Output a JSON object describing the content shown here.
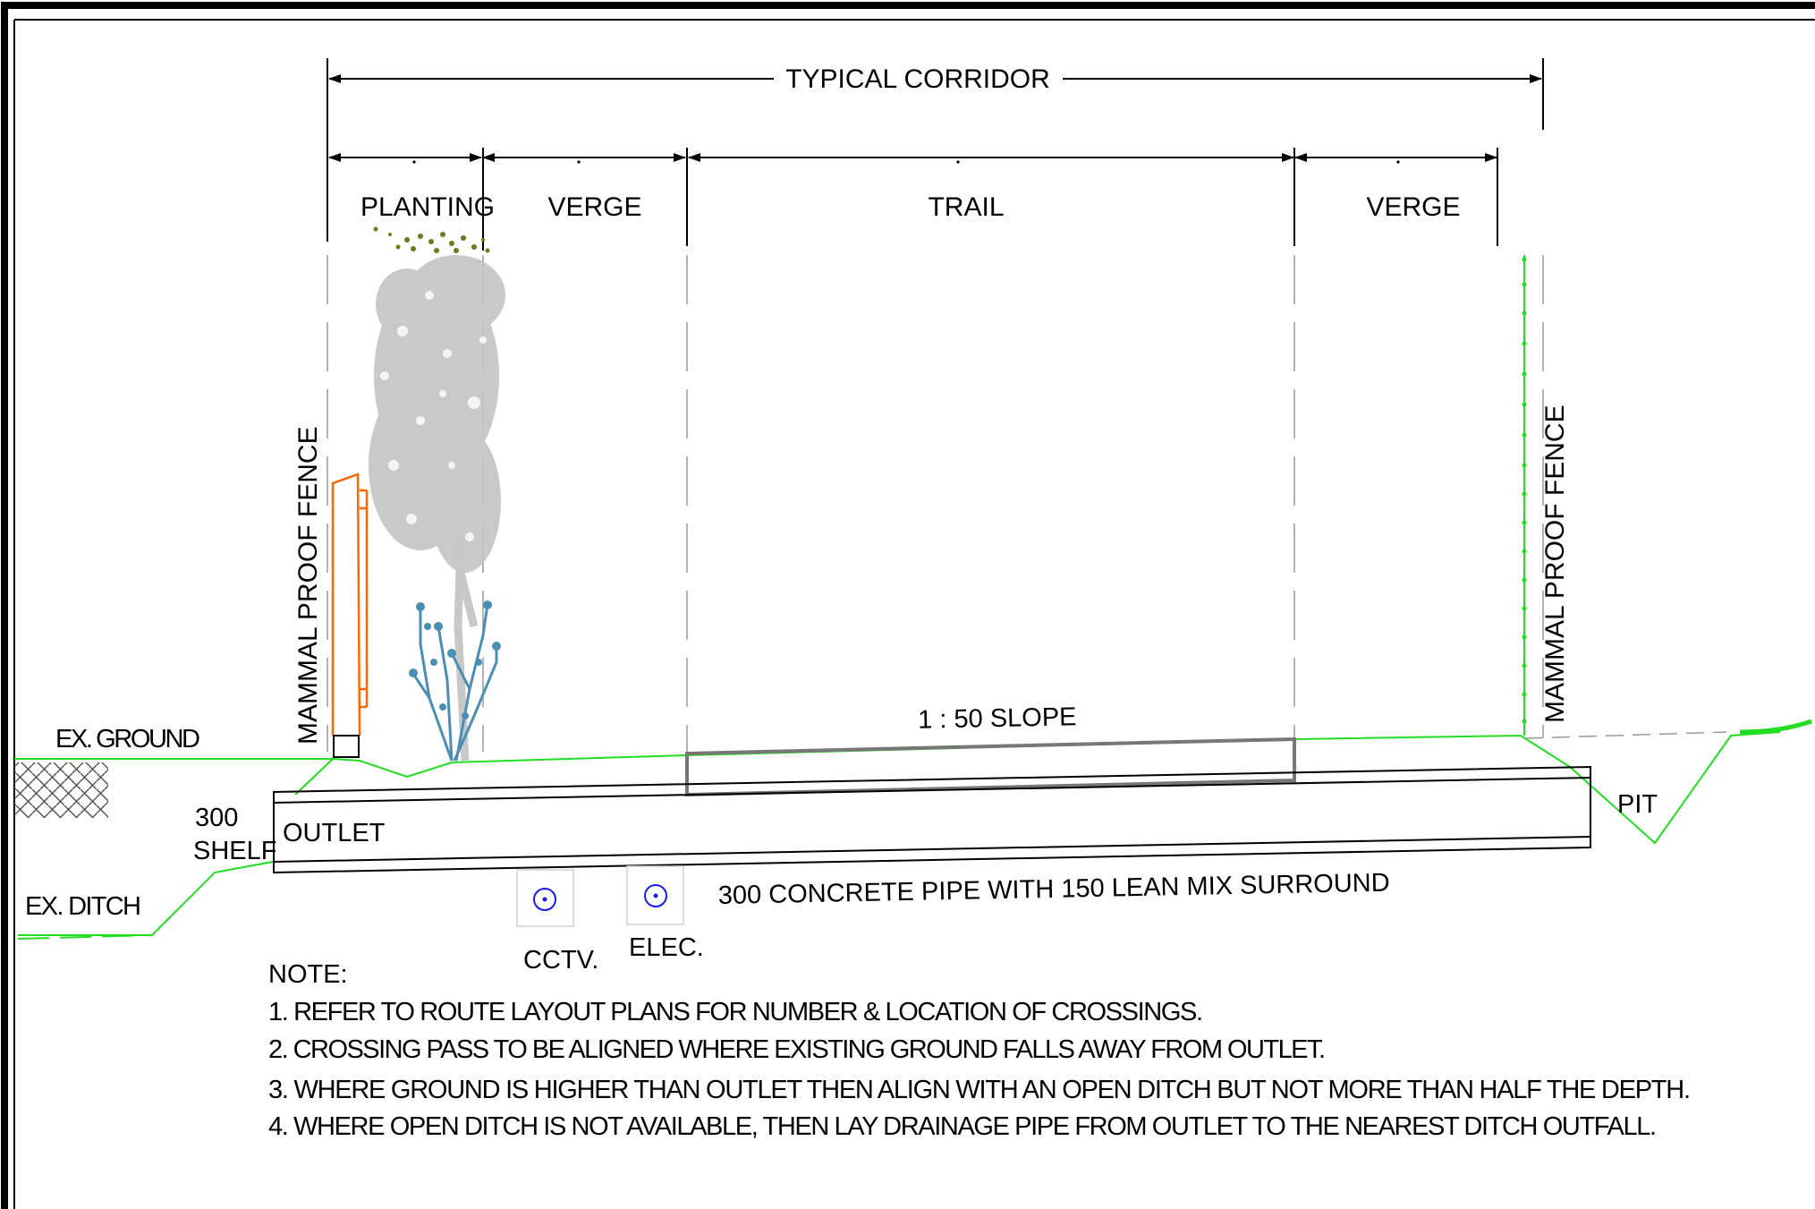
{
  "labels": {
    "typical_corridor": "TYPICAL CORRIDOR",
    "planting": "PLANTING",
    "verge_left": "VERGE",
    "trail": "TRAIL",
    "verge_right": "VERGE",
    "fence_left": "MAMMAL PROOF FENCE",
    "fence_right": "MAMMAL PROOF FENCE",
    "ex_ground": "EX. GROUND",
    "slope": "1 : 50 SLOPE",
    "shelf_1": "300",
    "shelf_2": "SHELF",
    "outlet": "OUTLET",
    "pit": "PIT",
    "ex_ditch": "EX. DITCH",
    "pipe": "300 CONCRETE PIPE WITH 150 LEAN MIX SURROUND",
    "cctv": "CCTV.",
    "elec": "ELEC."
  },
  "notes": {
    "heading": "NOTE:",
    "items": [
      "1.  REFER TO ROUTE LAYOUT PLANS FOR NUMBER & LOCATION OF CROSSINGS.",
      "2.  CROSSING PASS TO BE ALIGNED WHERE EXISTING GROUND FALLS AWAY FROM OUTLET.",
      "3.  WHERE GROUND IS HIGHER THAN OUTLET THEN ALIGN WITH AN OPEN DITCH BUT NOT MORE THAN HALF THE DEPTH.",
      "4.  WHERE OPEN DITCH IS NOT AVAILABLE, THEN LAY DRAINAGE PIPE FROM OUTLET TO THE NEAREST DITCH OUTFALL."
    ]
  },
  "colors": {
    "ground_line": "#22dd22",
    "fence_left": "#ff6600",
    "fence_right": "#22dd22",
    "tree": "#bdbdbd",
    "shrub": "#4a8fb3",
    "duct_symbol": "#1a1aee",
    "trail_box": "#777777",
    "foliage_top": "#6b7a1e"
  }
}
